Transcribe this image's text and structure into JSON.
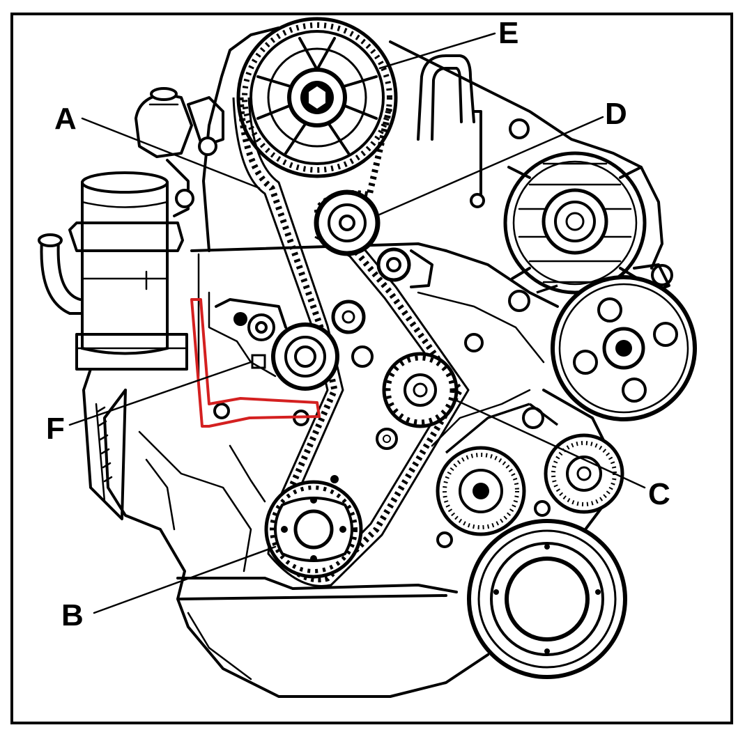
{
  "diagram": {
    "labels": {
      "A": "A",
      "B": "B",
      "C": "C",
      "D": "D",
      "E": "E",
      "F": "F"
    },
    "colors": {
      "ink": "#000000",
      "background": "#ffffff",
      "highlight": "#d42020"
    }
  }
}
